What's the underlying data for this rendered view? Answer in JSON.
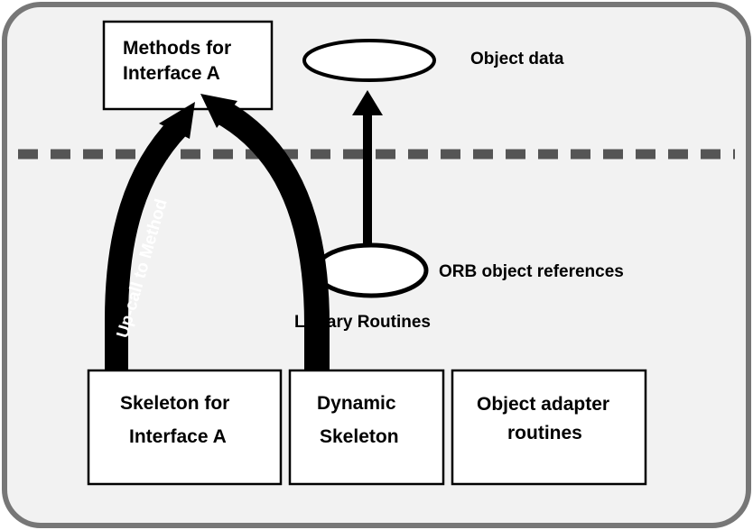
{
  "boxes": {
    "methods": {
      "line1": "Methods for",
      "line2": "Interface A"
    },
    "skeleton": {
      "line1": "Skeleton for",
      "line2": "Interface A"
    },
    "dynamic": {
      "line1": "Dynamic",
      "line2": "Skeleton"
    },
    "adapter": {
      "line1": "Object adapter",
      "line2": "routines"
    }
  },
  "labels": {
    "object_data": "Object data",
    "orb_refs": "ORB object references",
    "library": "Library Routines",
    "upcall": "Up-call to Method"
  },
  "colors": {
    "frame": "#777777",
    "frame_fill": "#f2f2f2",
    "ink": "#000000",
    "divider": "#555555"
  }
}
